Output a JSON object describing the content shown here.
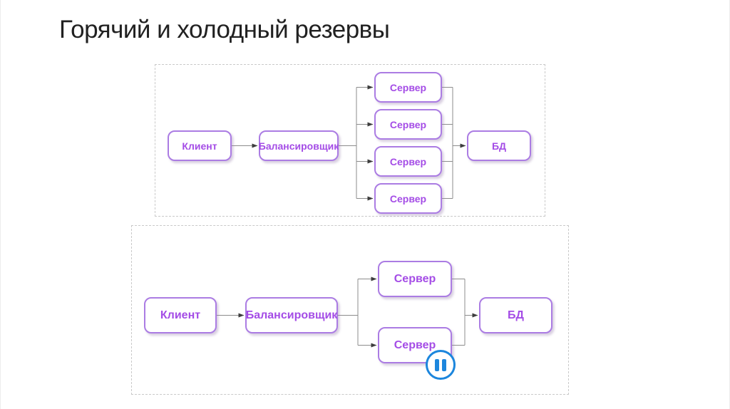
{
  "title": "Горячий и холодный резервы",
  "colors": {
    "box_border": "#ab7ce3",
    "box_text": "#a44ce6",
    "connector": "#8c8c8c",
    "arrowhead": "#3d3d3d",
    "container_border": "#c9c9c9",
    "pause_blue": "#1c86dd",
    "title_color": "#212121"
  },
  "diagram_hot": {
    "description": "hot-reserve-flow",
    "client_label": "Клиент",
    "balancer_label": "Балансировщик",
    "server_labels": [
      "Сервер",
      "Сервер",
      "Сервер",
      "Сервер"
    ],
    "db_label": "БД"
  },
  "diagram_cold": {
    "description": "cold-reserve-flow",
    "client_label": "Клиент",
    "balancer_label": "Балансировщик",
    "server_labels": [
      "Сервер",
      "Сервер"
    ],
    "db_label": "БД",
    "standby_icon": "pause-icon"
  }
}
